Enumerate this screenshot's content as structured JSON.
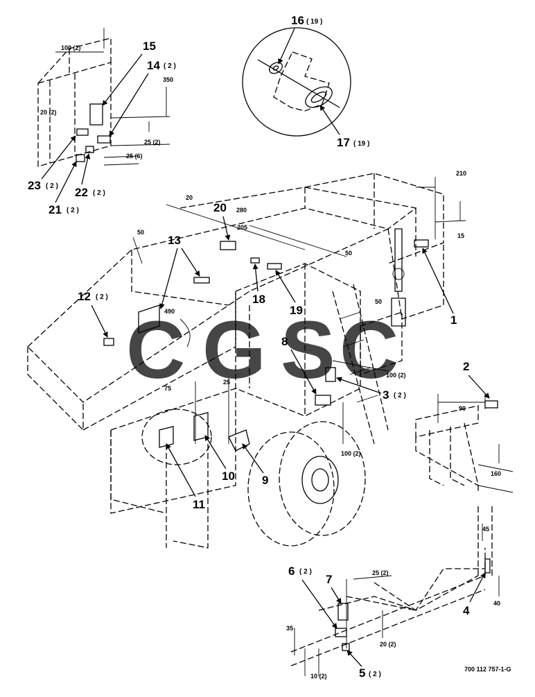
{
  "callouts": {
    "c1": "1",
    "c2": "2",
    "c3": "3",
    "c4": "4",
    "c5": "5",
    "c6": "6",
    "c7": "7",
    "c8": "8",
    "c9": "9",
    "c10": "10",
    "c11": "11",
    "c12": "12",
    "c13": "13",
    "c14": "14",
    "c15": "15",
    "c16": "16",
    "c17": "17",
    "c18": "18",
    "c19": "19",
    "c20": "20",
    "c21": "21",
    "c22": "22",
    "c23": "23"
  },
  "quantities": {
    "q3": "( 2 )",
    "q5": "( 2 )",
    "q6": "( 2 )",
    "q12": "( 2 )",
    "q14": "( 2 )",
    "q16": "( 19 )",
    "q17": "( 19 )",
    "q21": "( 2 )",
    "q22": "( 2 )",
    "q23": "( 2 )"
  },
  "dimensions": {
    "d100_2_top": "100 (2)",
    "d350": "350",
    "d20_2_inset": "20 (2)",
    "d25_2_inset": "25 (2)",
    "d25_6": "25 (6)",
    "d210": "210",
    "d15": "15",
    "d20_top": "20",
    "d280": "280",
    "d205": "205",
    "d50_left": "50",
    "d50_mid": "50",
    "d50_right": "50",
    "d490": "490",
    "d75": "75",
    "d25_mid": "25",
    "d100_2_mid": "100 (2)",
    "d100_2_low": "100 (2)",
    "d90": "90",
    "d160": "160",
    "d45": "45",
    "d40": "40",
    "d25_2_bottom": "25 (2)",
    "d35": "35",
    "d20_2_bottom": "20 (2)",
    "d10_2": "10 (2)"
  },
  "figure_number": "700 112 757-1-G",
  "watermark": {
    "c1": "C",
    "g": "G",
    "s": "S",
    "c2": "C"
  },
  "colors": {
    "blue": "#3b6ff5",
    "red": "#e8473e",
    "yellow": "#f5be1a",
    "green": "#2a9a5c"
  }
}
